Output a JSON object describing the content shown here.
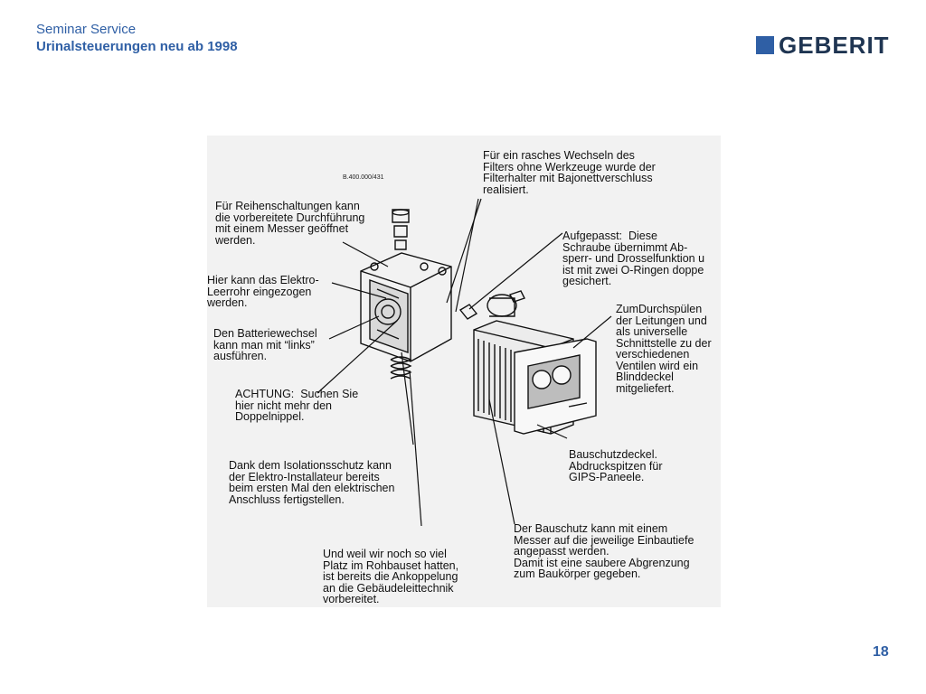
{
  "header": {
    "line1": "Seminar Service",
    "line2": "Urinalsteuerungen neu ab 1998"
  },
  "logo": {
    "text": "GEBERIT",
    "color": "#2f5fa5"
  },
  "page_number": "18",
  "diagram": {
    "ref_number": "B.400.000/431",
    "callouts": {
      "filter": "Für ein rasches Wechseln des\nFilters ohne Werkzeuge wurde der\nFilterhalter mit Bajonettverschluss\nrealisiert.",
      "reihenschaltung": "Für Reihenschaltungen kann\ndie vorbereitete Durchführung\nmit einem Messer geöffnet\nwerden.",
      "aufgepasst": "Aufgepasst:  Diese\nSchraube übernimmt Ab-\nsperr- und Drosselfunktion u\nist mit zwei O-Ringen doppe\ngesichert.",
      "elektro": "Hier kann das Elektro-\nLeerrohr eingezogen\nwerden.",
      "durchspuelen": "ZumDurchspülen\nder Leitungen und\nals universelle\nSchnittstelle zu der\nverschiedenen\nVentilen wird ein\nBlinddeckel\nmitgeliefert.",
      "batterie": "Den Batteriewechsel\nkann man mit “links”\nausführen.",
      "achtung": "ACHTUNG:  Suchen Sie\nhier nicht mehr den\nDoppelnippel.",
      "bauschutzdeckel": "Bauschutzdeckel.\nAbdruckspitzen für\nGIPS-Paneele.",
      "isolation": "Dank dem Isolationsschutz kann\nder Elektro-Installateur bereits\nbeim ersten Mal den elektrischen\nAnschluss fertigstellen.",
      "bauschutz": "Der Bauschutz kann mit einem\nMesser auf die jeweilige Einbautiefe\nangepasst werden.\nDamit ist eine saubere Abgrenzung\nzum Baukörper gegeben.",
      "rohbau": "Und weil wir noch so viel\nPlatz im Rohbauset hatten,\nist bereits die Ankoppelung\nan die Gebäudeleittechnik\nvorbereitet."
    }
  }
}
